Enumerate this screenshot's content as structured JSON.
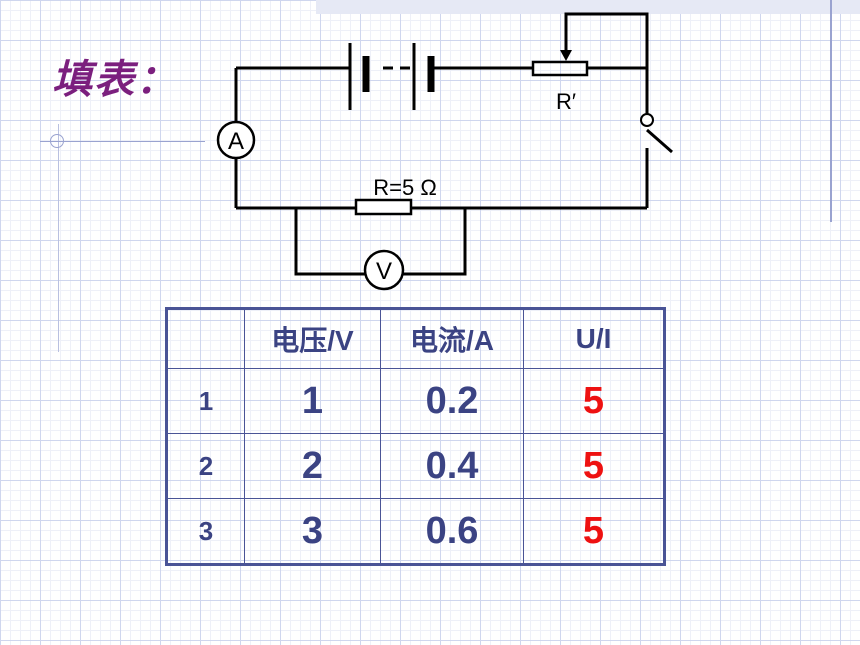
{
  "title": "填表：",
  "circuit": {
    "ammeter_label": "A",
    "voltmeter_label": "V",
    "resistor_label": "R=5 Ω",
    "rheostat_label": "R′"
  },
  "table": {
    "headers": [
      "",
      "电压/V",
      "电流/A",
      "U/I"
    ],
    "rows": [
      {
        "index": "1",
        "voltage": "1",
        "current": "0.2",
        "ratio": "5"
      },
      {
        "index": "2",
        "voltage": "2",
        "current": "0.4",
        "ratio": "5"
      },
      {
        "index": "3",
        "voltage": "3",
        "current": "0.6",
        "ratio": "5"
      }
    ]
  },
  "colors": {
    "title": "#7b1f7e",
    "table_text": "#3b4383",
    "ratio_text": "#ee1111",
    "table_border": "#4a5496"
  }
}
